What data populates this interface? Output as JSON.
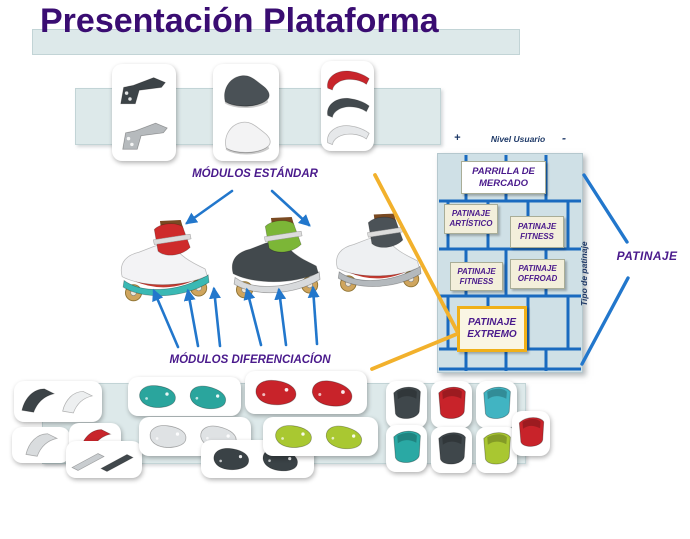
{
  "slide": {
    "title": "Presentación Plataforma"
  },
  "colors": {
    "title_text": "#3a0d72",
    "label_purple": "#4a1a8c",
    "navy": "#1f3a68",
    "band_bg": "#dde9ea",
    "band_border": "#c2d4d6",
    "grid_bg": "#cfe0e6",
    "grid_border": "#b5c8ce",
    "grid_line": "#1a6abf",
    "arrow_blue": "#2277cc",
    "line_yellow": "#f2b12c",
    "cell_cream": "#f3efdb",
    "cell_border": "#a9ad97",
    "extremo_border": "#f0b019",
    "extremo_bg": "#faf6e4"
  },
  "labels": {
    "modulos_estandar": "MÓDULOS ESTÁNDAR",
    "modulos_diferenciacion": "MÓDULOS DIFERENCIACÍON",
    "plus": "+",
    "minus": "-",
    "nivel_usuario": "Nivel Usuario",
    "tipo_de_patinaje": "Tipo de patinaje",
    "patinaje": "PATINAJE"
  },
  "market_grid": {
    "title": "PARRILLA DE MERCADO",
    "cells": [
      {
        "id": "artistico",
        "label": "PATINAJE ARTÍSTICO",
        "highlighted": false
      },
      {
        "id": "fitness_1",
        "label": "PATINAJE FITNESS",
        "highlighted": false
      },
      {
        "id": "fitness_2",
        "label": "PATINAJE FITNESS",
        "highlighted": false
      },
      {
        "id": "offroad",
        "label": "PATINAJE OFFROAD",
        "highlighted": false
      },
      {
        "id": "extremo",
        "label": "PATINAJE EXTREMO",
        "highlighted": true
      }
    ]
  },
  "standard_modules": [
    {
      "name": "skate-frames",
      "type": "frame-pair",
      "colors": [
        "#3c4347",
        "#b6babd"
      ]
    },
    {
      "name": "skate-boots",
      "type": "boot-pair",
      "colors": [
        "#4a5156",
        "#f3f3f4"
      ]
    },
    {
      "name": "skate-cuffs",
      "type": "cuff-triple",
      "colors": [
        "#c8252b",
        "#42494d",
        "#e6e8ea"
      ]
    }
  ],
  "skates": [
    {
      "name": "skate-white-red-teal",
      "boot": "#f3f3f5",
      "cuff": "#ce2b2b",
      "liner": "#7a4a22",
      "frame": "#3ab9b4",
      "wheel": "#cfa55e",
      "accent": "#c23a30"
    },
    {
      "name": "skate-black-green",
      "boot": "#42494d",
      "cuff": "#7cb637",
      "liner": "#7a4a22",
      "frame": "#d8dadc",
      "wheel": "#cfa55e",
      "accent": ""
    },
    {
      "name": "skate-white-gray",
      "boot": "#eef0f2",
      "cuff": "#4b5257",
      "liner": "#7a4a22",
      "frame": "#b4b9bd",
      "wheel": "#cfa55e",
      "accent": "#c23a30"
    }
  ],
  "diff_modules": [
    {
      "name": "bumpers-dark-white",
      "type": "bumper-pair",
      "colors": [
        "#3c4347",
        "#edeff0"
      ]
    },
    {
      "name": "bumper-silver",
      "type": "bumper",
      "colors": [
        "#d9dcde"
      ]
    },
    {
      "name": "bumper-red",
      "type": "bumper",
      "colors": [
        "#c8252b"
      ]
    },
    {
      "name": "rails-silver-dark",
      "type": "rail-pair",
      "colors": [
        "#c9cdd0",
        "#41484c"
      ]
    },
    {
      "name": "soulplates-teal",
      "type": "plate-pair",
      "colors": [
        "#2aa59d"
      ]
    },
    {
      "name": "soulplates-white",
      "type": "plate-pair",
      "colors": [
        "#dfe2e4"
      ]
    },
    {
      "name": "soulplates-dark",
      "type": "plate-pair",
      "colors": [
        "#3a4246"
      ]
    },
    {
      "name": "soulplates-red",
      "type": "plate-pair",
      "colors": [
        "#c8232a"
      ]
    },
    {
      "name": "soulplates-lime",
      "type": "plate-pair",
      "colors": [
        "#a9c831"
      ]
    },
    {
      "name": "cuff-dark-1",
      "type": "cuff-small",
      "colors": [
        "#3f474b"
      ]
    },
    {
      "name": "cuff-red-1",
      "type": "cuff-small",
      "colors": [
        "#c8232a"
      ]
    },
    {
      "name": "cuff-teal-1",
      "type": "cuff-small",
      "colors": [
        "#41b4c2"
      ]
    },
    {
      "name": "cuff-teal-2",
      "type": "cuff-small",
      "colors": [
        "#2aa9a4"
      ]
    },
    {
      "name": "cuff-dark-2",
      "type": "cuff-small",
      "colors": [
        "#3f474b"
      ]
    },
    {
      "name": "cuff-lime-1",
      "type": "cuff-small",
      "colors": [
        "#a9c731"
      ]
    },
    {
      "name": "cuff-red-2",
      "type": "cuff-small",
      "colors": [
        "#c8232a"
      ]
    }
  ]
}
